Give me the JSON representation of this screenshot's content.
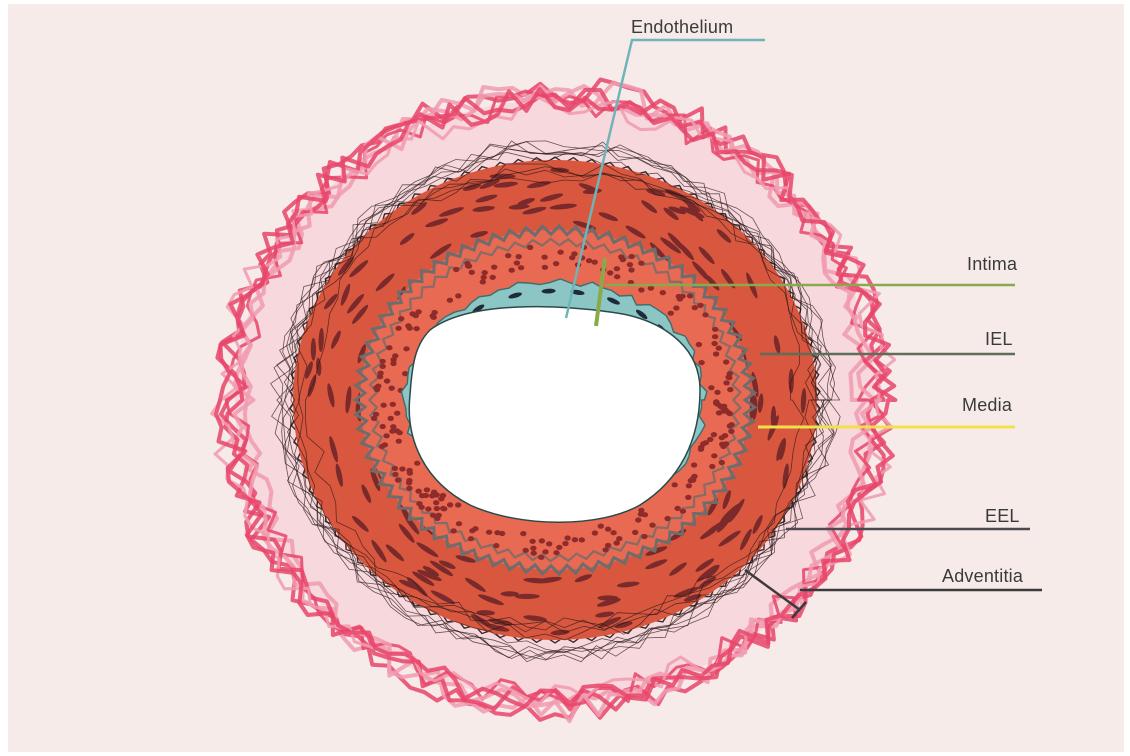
{
  "labels": {
    "endothelium": "Endothelium",
    "intima": "Intima",
    "iel": "IEL",
    "media": "Media",
    "eel": "EEL",
    "adventitia": "Adventitia"
  },
  "colors": {
    "background": "#f7ebe9",
    "adventitia_dark": "#e8456a",
    "adventitia_light": "#f19bb0",
    "media": "#d9573f",
    "media_dark": "#7a2a2a",
    "intima": "#e86a52",
    "intima_dots": "#8e2b2b",
    "elastic_lamina": "#6d6d6d",
    "endothelium": "#8cc6c4",
    "line_endothelium": "#6fb4b8",
    "line_intima": "#8aa94a",
    "line_iel": "#5e6e58",
    "line_media": "#f0e04a",
    "line_eel": "#4a4a50",
    "line_adventitia": "#3a3a3a"
  }
}
